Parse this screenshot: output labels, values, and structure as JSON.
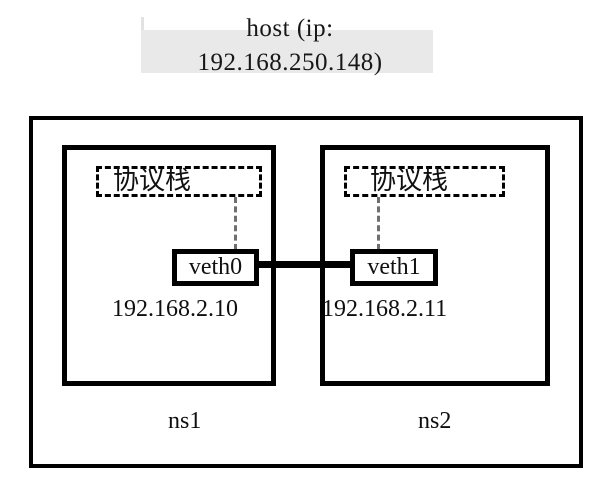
{
  "diagram": {
    "title_line1": "host  (ip:",
    "title_line2": "192.168.250.148)",
    "title_full": "host  (ip:\n192.168.250.148)",
    "highlight_color": "#e9e9e9",
    "line_color": "#000000",
    "background_color": "#ffffff",
    "namespaces": [
      {
        "name": "ns1",
        "stack_label": "协议栈",
        "veth_label": "veth0",
        "ip": "192.168.2.10"
      },
      {
        "name": "ns2",
        "stack_label": "协议栈",
        "veth_label": "veth1",
        "ip": "192.168.2.11"
      }
    ]
  }
}
